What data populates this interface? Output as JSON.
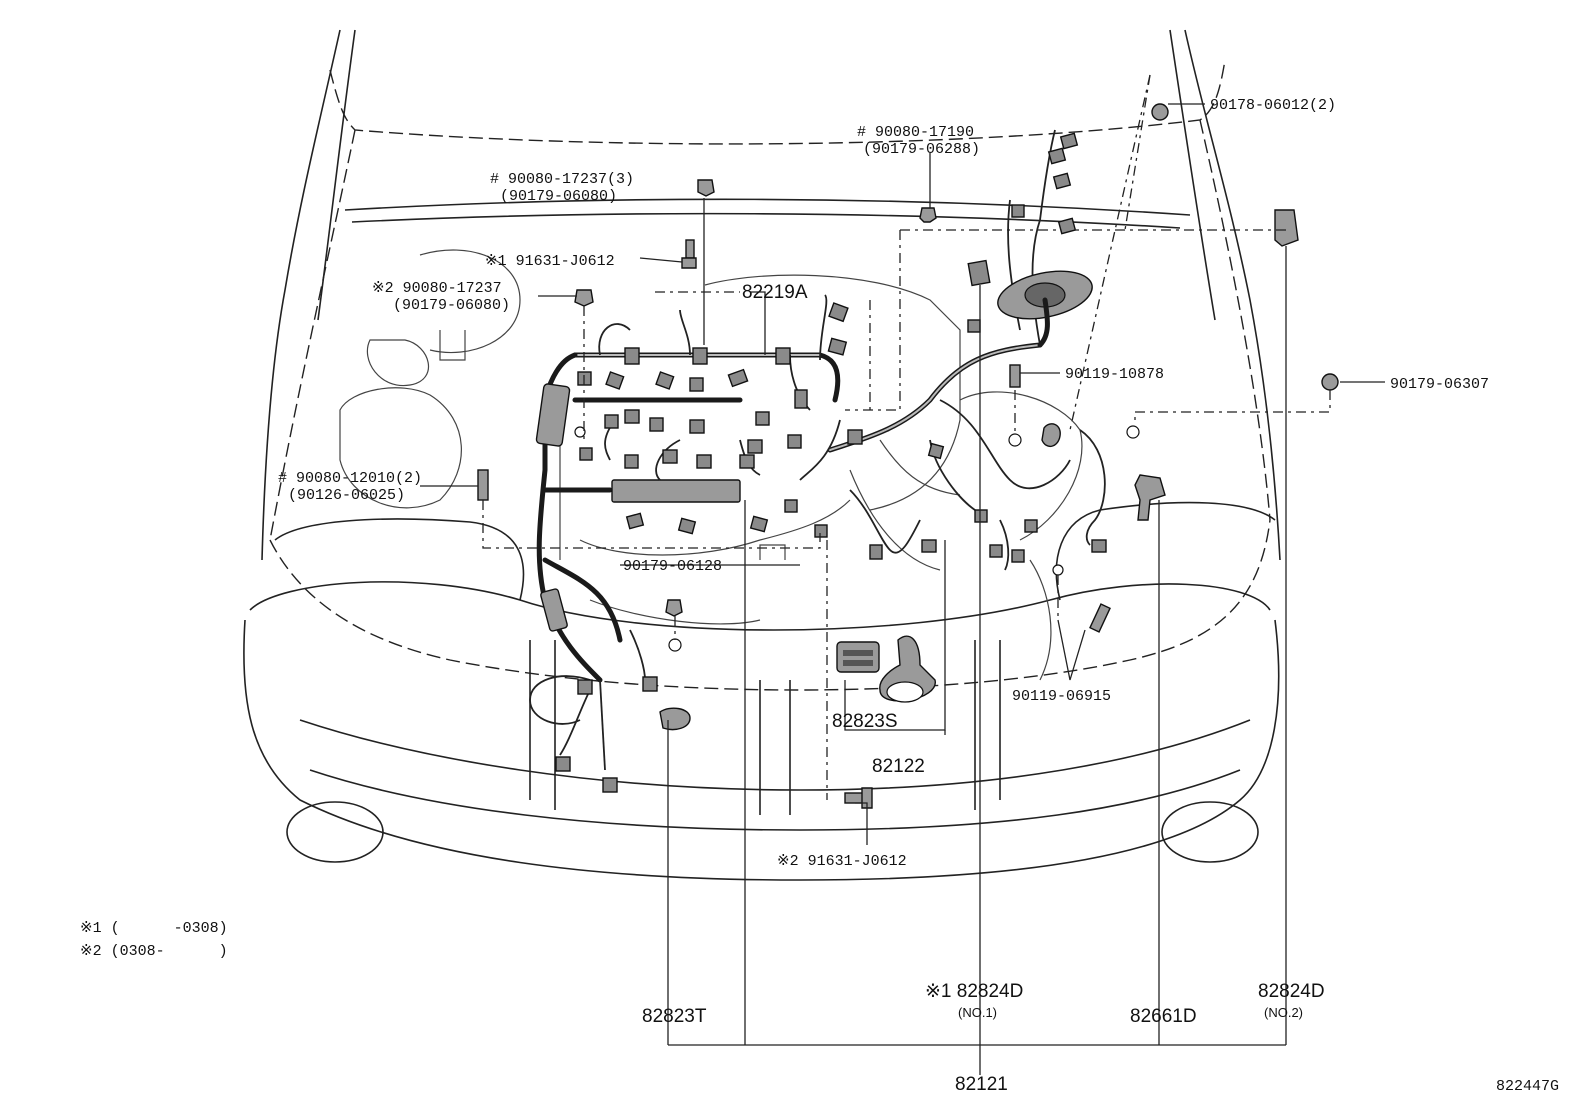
{
  "diagram": {
    "labels": {
      "p90178": "90178-06012(2)",
      "p90080_17190": "# 90080-17190",
      "p90179_06288": "(90179-06288)",
      "p90080_17237_3": "# 90080-17237(3)",
      "p90179_06080_a": "(90179-06080)",
      "p91631_top": "※1 91631-J0612",
      "p90080_17237_b": "※2 90080-17237",
      "p90179_06080_b": "(90179-06080)",
      "p82219A": "82219A",
      "p90119_10878": "90119-10878",
      "p90179_06307": "90179-06307",
      "p90080_12010": "# 90080-12010(2)",
      "p90126_06025": "(90126-06025)",
      "p90179_06128": "90179-06128",
      "p90119_06915": "90119-06915",
      "p82823S": "82823S",
      "p82122": "82122",
      "p91631_bottom": "※2 91631-J0612",
      "note1": "※1 (      -0308)",
      "note2": "※2 (0308-      )",
      "p82823T": "82823T",
      "p82824D_1": "※1 82824D",
      "p82824D_1_sub": "(NO.1)",
      "p82661D": "82661D",
      "p82824D_2": "82824D",
      "p82824D_2_sub": "(NO.2)",
      "p82121": "82121",
      "fig_code": "822447G"
    }
  }
}
